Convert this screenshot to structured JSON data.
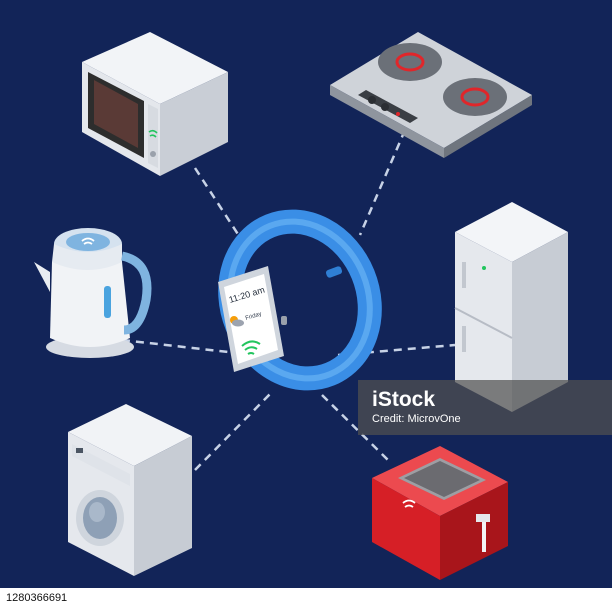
{
  "colors": {
    "background": "#122458",
    "connector": "#c7d2e6",
    "watch_band": "#3a8ee6",
    "toaster": "#d61f26",
    "burner_glow": "#e0262a"
  },
  "watch": {
    "time": "11:20 am",
    "day": "Friday",
    "icons": [
      "cloud-sun-icon",
      "wifi-icon"
    ]
  },
  "watermark": {
    "logo": "iStock",
    "credit": "Credit: MicrovOne"
  },
  "footer": {
    "stock_id": "1280366691"
  }
}
